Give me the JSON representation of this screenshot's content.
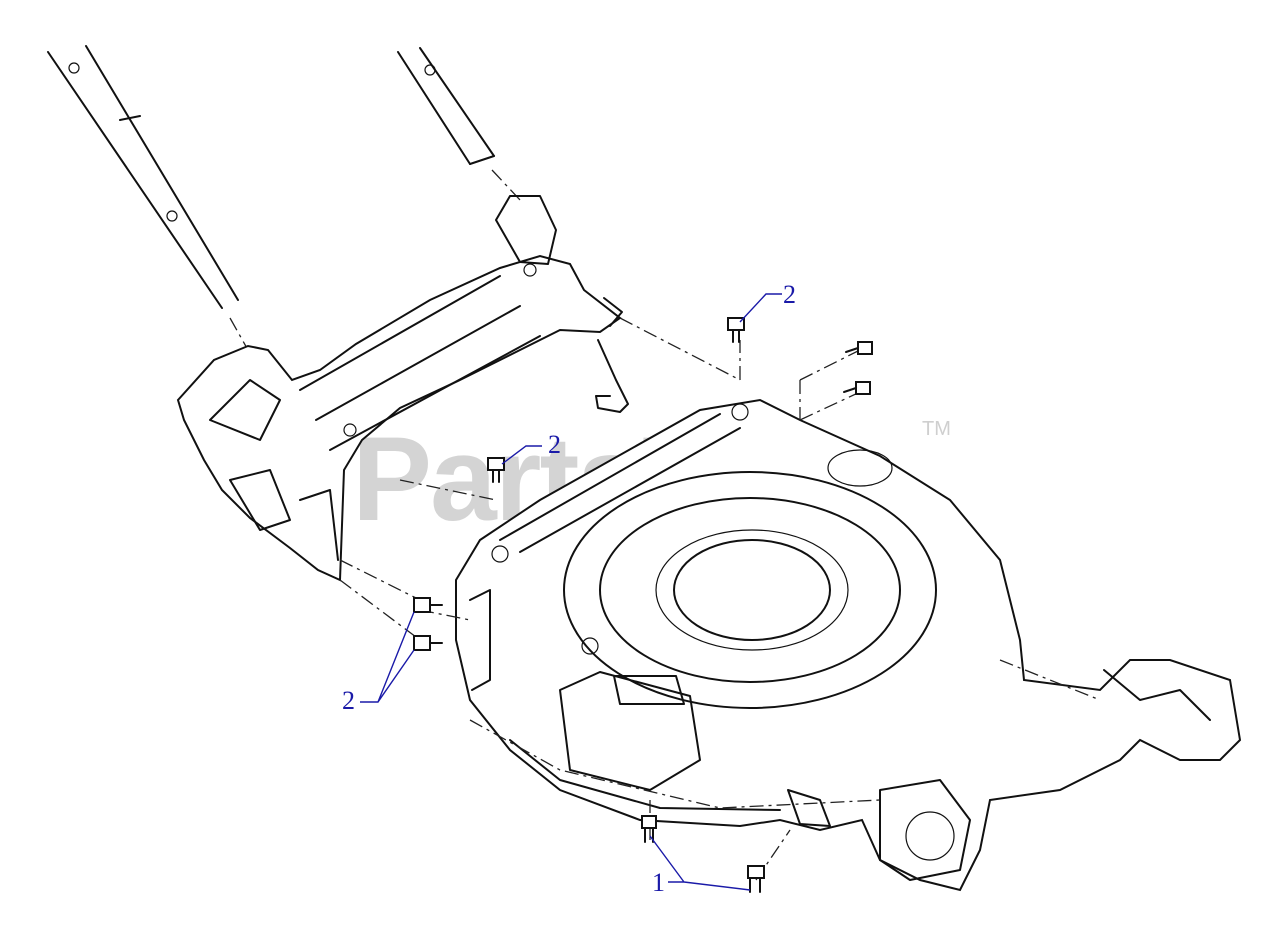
{
  "watermark": {
    "text": "PartsTree",
    "trademark": "TM"
  },
  "callouts": [
    {
      "id": "c1",
      "label": "1"
    },
    {
      "id": "c2a",
      "label": "2"
    },
    {
      "id": "c2b",
      "label": "2"
    },
    {
      "id": "c2c",
      "label": "2"
    }
  ],
  "colors": {
    "callout": "#1a1aa8",
    "line": "#111111",
    "watermark": "#d4d4d4"
  }
}
